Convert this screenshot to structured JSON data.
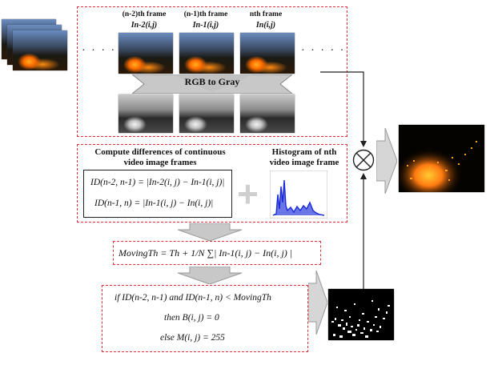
{
  "frames": {
    "labels": [
      {
        "line1": "(n-2)th frame",
        "line2": "In-2(i,j)"
      },
      {
        "line1": "(n-1)th frame",
        "line2": "In-1(i,j)"
      },
      {
        "line1": "nth frame",
        "line2": "In(i,j)"
      }
    ],
    "ellipsis": "· · · · ·"
  },
  "rgb_to_gray": "RGB to Gray",
  "differences": {
    "title_line1": "Compute differences of continuous",
    "title_line2": "video image frames",
    "eq1": "ID(n-2, n-1) = |In-2(i, j) − In-1(i, j)|",
    "eq2": "ID(n-1, n) = |In-1(i, j) − In(i, j)|"
  },
  "histogram": {
    "title_line1": "Histogram of nth",
    "title_line2": "video image frame"
  },
  "moving_threshold": "MovingTh = Th + 1/N ∑| In-1(i, j) − In(i, j) |",
  "decision": {
    "line1": "if ID(n-2, n-1) and ID(n-1, n) < MovingTh",
    "line2": "then B(i, j) = 0",
    "line3": "else M(i, j) = 255"
  },
  "multiply_symbol": "⊗",
  "plus_symbol": "+",
  "colors": {
    "dash": "#e0303a",
    "arrow": "#bfbfbf",
    "histogram": "#1a2bd8"
  }
}
